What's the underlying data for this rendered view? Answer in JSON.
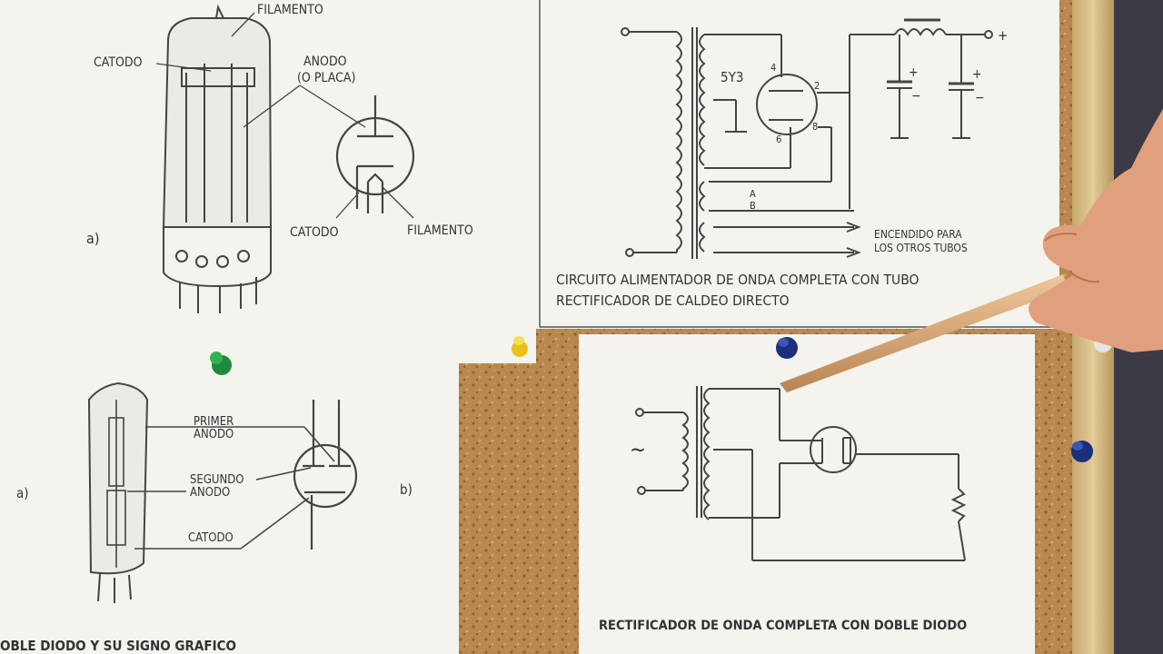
{
  "sheet_top_left": {
    "labels": {
      "filamento_top": "FILAMENTO",
      "catodo_left": "CATODO",
      "anodo_line1": "ANODO",
      "anodo_line2": "(O PLACA)",
      "catodo_symbol": "CATODO",
      "filamento_symbol": "FILAMENTO",
      "item_a": "a)"
    }
  },
  "sheet_bottom_left": {
    "labels": {
      "primer_1": "PRIMER",
      "primer_2": "ANODO",
      "segundo_1": "SEGUNDO",
      "segundo_2": "ANODO",
      "catodo": "CATODO",
      "item_a": "a)",
      "item_b": "b)"
    },
    "caption": "OBLE DIODO Y SU SIGNO GRAFICO"
  },
  "sheet_top_right": {
    "tube_label": "5Y3",
    "pins": [
      "4",
      "2",
      "6",
      "8"
    ],
    "tap_a": "A",
    "tap_b": "B",
    "plus_out": "+",
    "plus_c1": "+",
    "minus_c1": "−",
    "plus_c2": "+",
    "minus_c2": "−",
    "heater_line1": "ENCENDIDO PARA",
    "heater_line2": "LOS OTROS TUBOS",
    "caption_line1": "CIRCUITO  ALIMENTADOR DE ONDA COMPLETA CON TUBO",
    "caption_line2": "RECTIFICADOR DE CALDEO DIRECTO"
  },
  "sheet_bottom_right": {
    "ac_symbol": "~",
    "caption": "RECTIFICADOR DE ONDA COMPLETA CON DOBLE DIODO"
  },
  "colors": {
    "paper": "#f4f3ee",
    "ink": "#3a3a3a",
    "cork": "#b48550",
    "frame_wood": "#d8c08a",
    "pin_green": "#1f8a3c",
    "pin_yellow": "#e8c21a",
    "pin_blue": "#1b2f7a",
    "skin": "#e0a07e",
    "pointer": "#d9a575"
  }
}
